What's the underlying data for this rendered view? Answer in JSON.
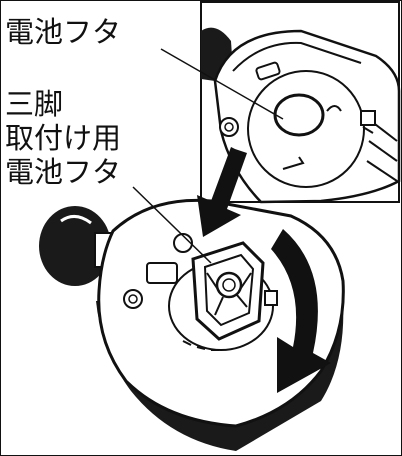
{
  "callouts": {
    "top": "電池フタ",
    "bottom_lines": [
      "三脚",
      "取付け用",
      "電池フタ"
    ]
  },
  "colors": {
    "ink": "#111111",
    "device_fill": "#ffffff",
    "shadow": "#1a1a1a"
  },
  "icons": [
    "rotation-arrow-icon",
    "downward-arrow-icon",
    "screw-icon",
    "tripod-mount-icon",
    "lock-tab-icon"
  ]
}
